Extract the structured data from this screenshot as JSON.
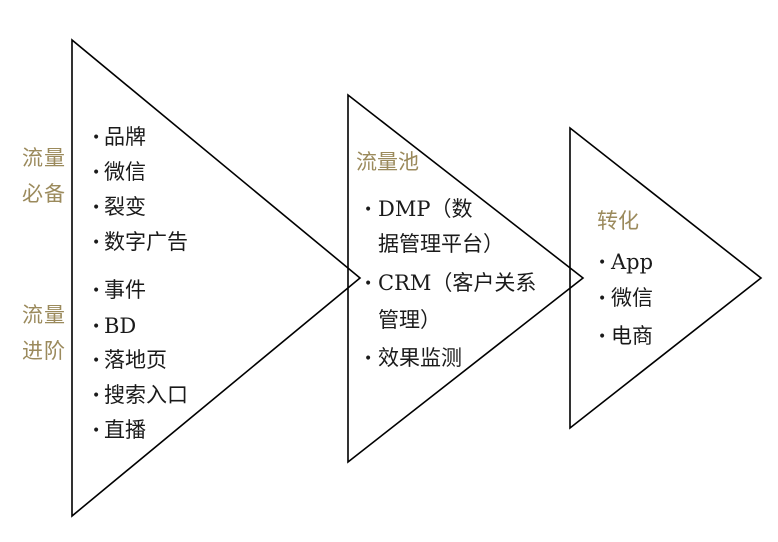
{
  "left_labels": {
    "required": [
      "流量",
      "必备"
    ],
    "advanced": [
      "流量",
      "进阶"
    ]
  },
  "stage1": {
    "items": [
      "品牌",
      "微信",
      "裂变",
      "数字广告",
      "事件",
      "BD",
      "落地页",
      "搜索入口",
      "直播"
    ]
  },
  "stage2": {
    "heading": "流量池",
    "items": [
      [
        "DMP（数",
        "据管理平台）"
      ],
      [
        "CRM（客户关系",
        "管理）"
      ],
      [
        "效果监测"
      ]
    ]
  },
  "stage3": {
    "heading": "转化",
    "items": [
      "App",
      "微信",
      "电商"
    ]
  },
  "colors": {
    "accent": "#9b8a5c",
    "text": "#1a1a1a",
    "stroke": "#000000"
  },
  "bullet_glyph": "•"
}
